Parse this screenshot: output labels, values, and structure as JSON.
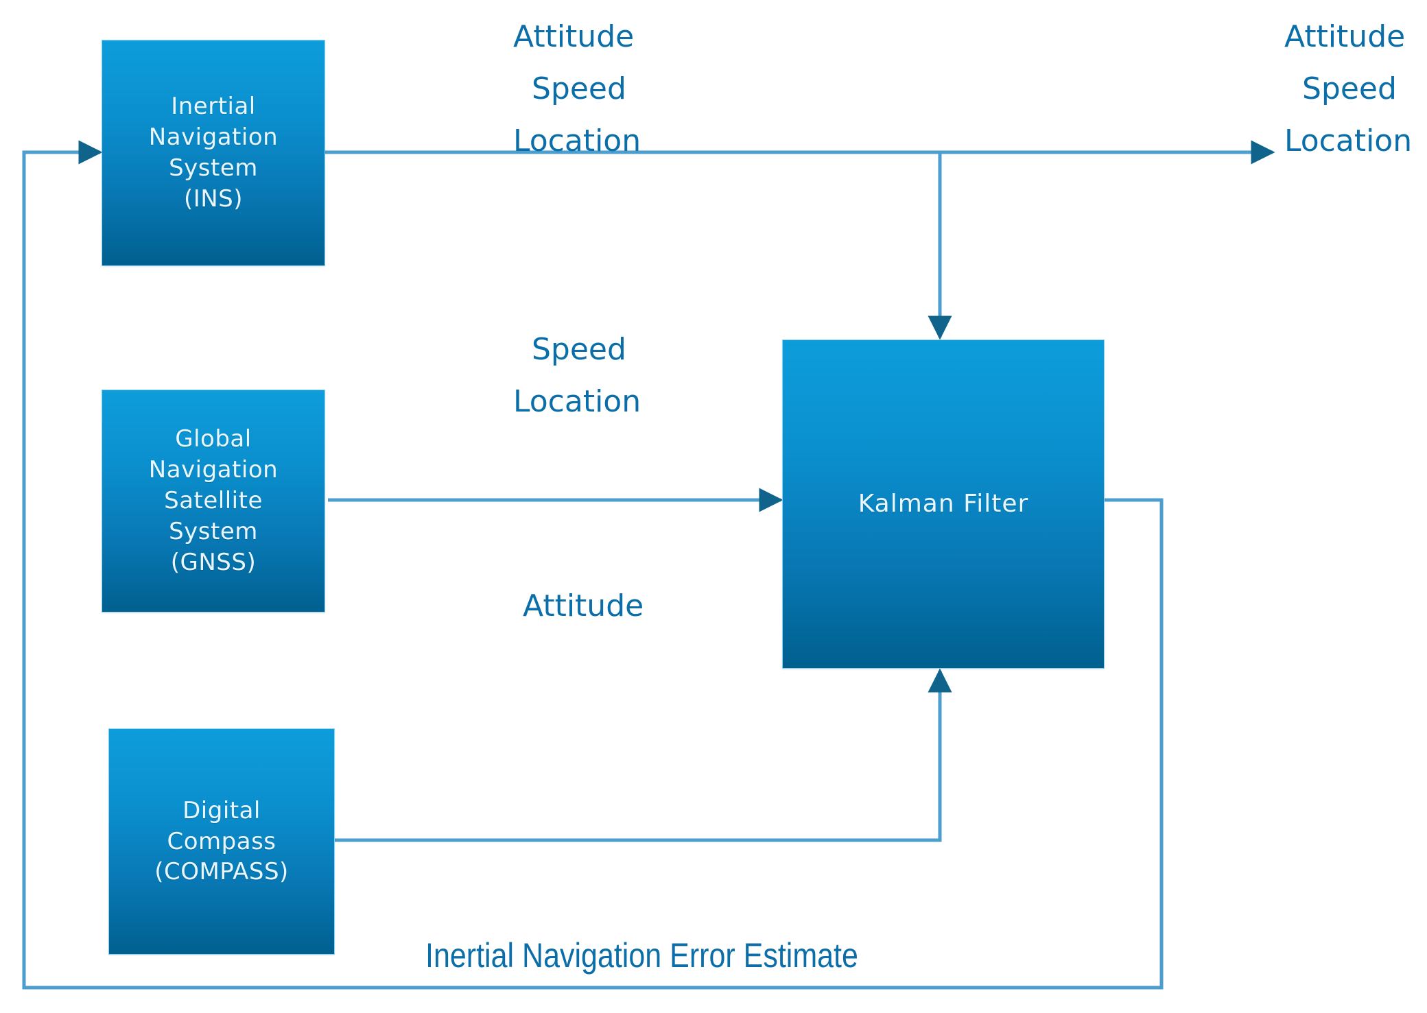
{
  "diagram": {
    "title": "INS / GNSS / Compass Kalman Filter Fusion Block Diagram",
    "colors": {
      "box_gradient_top": "#0d9ddb",
      "box_gradient_bottom": "#00608f",
      "box_border": "#8ed0ef",
      "box_text": "#eaf6fd",
      "label_text": "#0b6ea8",
      "connector_line": "#4b9ecd",
      "arrow_head": "#10648c",
      "background": "#ffffff"
    },
    "nodes": [
      {
        "id": "ins",
        "name": "inertial-navigation-system",
        "label": "Inertial\nNavigation\nSystem\n(INS)"
      },
      {
        "id": "gnss",
        "name": "global-navigation-satellite-system",
        "label": "Global\nNavigation\nSatellite\nSystem\n(GNSS)"
      },
      {
        "id": "compass",
        "name": "digital-compass",
        "label": "Digital\nCompass\n(COMPASS)"
      },
      {
        "id": "kalman",
        "name": "kalman-filter",
        "label": "Kalman Filter"
      }
    ],
    "edge_labels": {
      "ins_attitude": "Attitude",
      "ins_speed": "Speed",
      "ins_location": "Location",
      "gnss_speed": "Speed",
      "gnss_location": "Location",
      "compass_attitude": "Attitude",
      "feedback": "Inertial Navigation Error Estimate",
      "output_attitude": "Attitude",
      "output_speed": "Speed",
      "output_location": "Location"
    }
  }
}
